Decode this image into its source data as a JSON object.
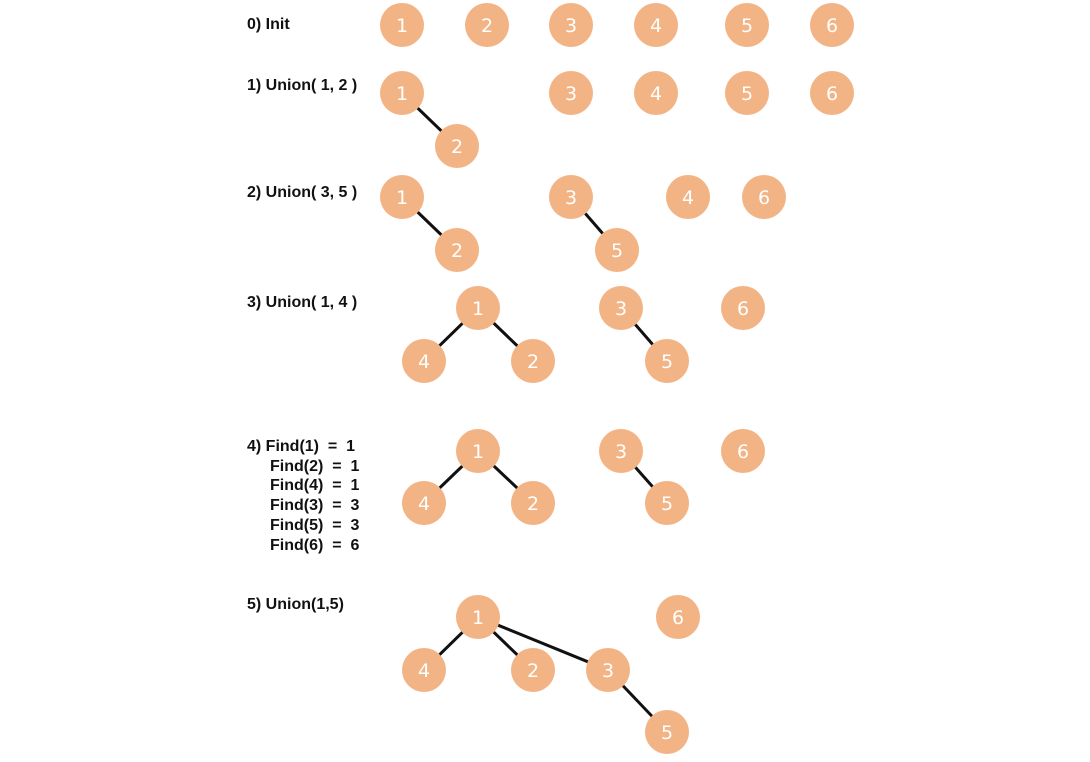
{
  "colors": {
    "node_fill": "#F2B385",
    "node_text": "#ffffff",
    "edge": "#111111",
    "text": "#111111"
  },
  "steps": [
    {
      "label": "0) Init",
      "nodes": [
        "1",
        "2",
        "3",
        "4",
        "5",
        "6"
      ],
      "edges": []
    },
    {
      "label": "1) Union( 1, 2 )",
      "nodes": [
        "1",
        "2",
        "3",
        "4",
        "5",
        "6"
      ],
      "edges": [
        [
          "1",
          "2"
        ]
      ]
    },
    {
      "label": "2) Union( 3, 5 )",
      "nodes": [
        "1",
        "2",
        "3",
        "5",
        "4",
        "6"
      ],
      "edges": [
        [
          "1",
          "2"
        ],
        [
          "3",
          "5"
        ]
      ]
    },
    {
      "label": "3) Union( 1, 4 )",
      "nodes": [
        "1",
        "4",
        "2",
        "3",
        "5",
        "6"
      ],
      "edges": [
        [
          "1",
          "4"
        ],
        [
          "1",
          "2"
        ],
        [
          "3",
          "5"
        ]
      ]
    },
    {
      "label": "4) Find(1)  =  1",
      "extra_lines": [
        "Find(2)  =  1",
        "Find(4)  =  1",
        "Find(3)  =  3",
        "Find(5)  =  3",
        "Find(6)  =  6"
      ],
      "nodes": [
        "1",
        "4",
        "2",
        "3",
        "5",
        "6"
      ],
      "edges": [
        [
          "1",
          "4"
        ],
        [
          "1",
          "2"
        ],
        [
          "3",
          "5"
        ]
      ]
    },
    {
      "label": "5) Union(1,5)",
      "nodes": [
        "1",
        "4",
        "2",
        "3",
        "5",
        "6"
      ],
      "edges": [
        [
          "1",
          "4"
        ],
        [
          "1",
          "2"
        ],
        [
          "1",
          "3"
        ],
        [
          "3",
          "5"
        ]
      ]
    }
  ]
}
